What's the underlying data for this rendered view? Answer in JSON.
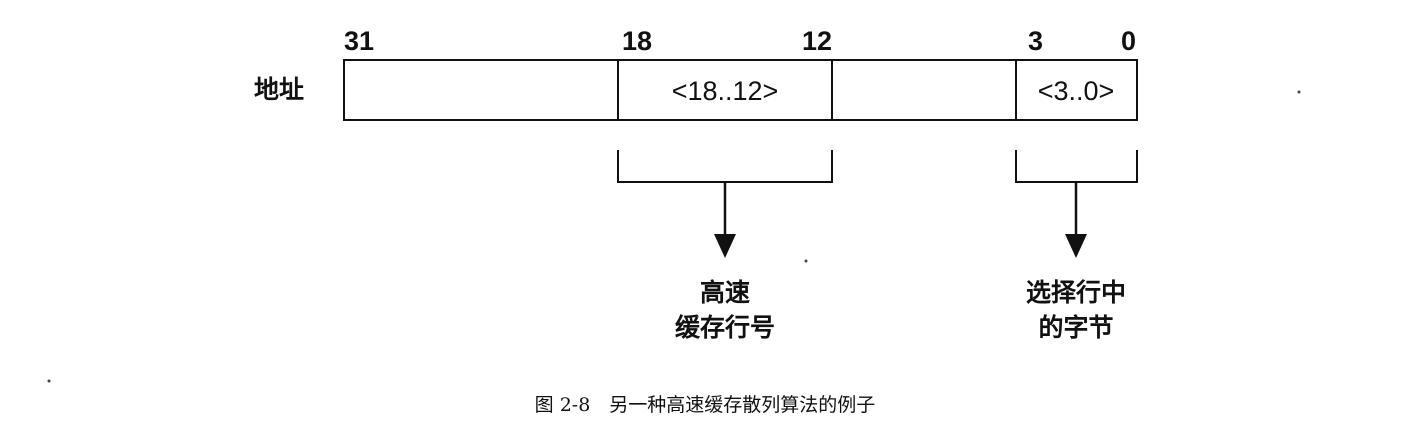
{
  "row_label": "地址",
  "bit_labels": {
    "b31": "31",
    "b18": "18",
    "b12": "12",
    "b3": "3",
    "b0": "0"
  },
  "fields": {
    "cache_line_field": "<18..12>",
    "byte_field": "<3..0>"
  },
  "descriptions": {
    "cache_line": {
      "line1": "高速",
      "line2": "缓存行号"
    },
    "byte_select": {
      "line1": "选择行中",
      "line2": "的字节"
    }
  },
  "caption": "图 2-8　另一种高速缓存散列算法的例子"
}
